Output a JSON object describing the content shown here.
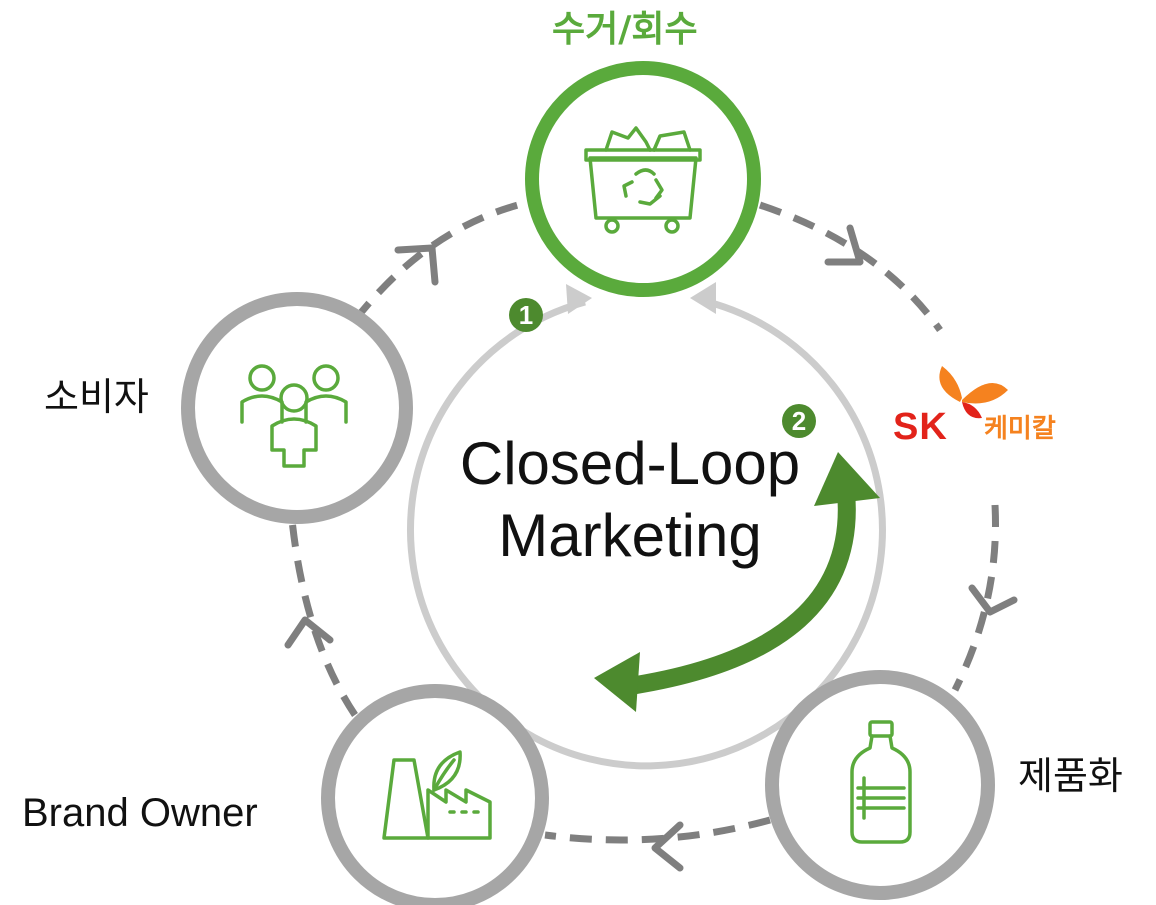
{
  "nodes": {
    "collect": {
      "label": "수거/회수",
      "icon": "recycling-bin-icon"
    },
    "consumer": {
      "label": "소비자",
      "icon": "people-group-icon"
    },
    "product": {
      "label": "제품화",
      "icon": "plastic-bottle-icon"
    },
    "brand_owner": {
      "label": "Brand Owner",
      "icon": "factory-leaf-icon"
    },
    "sk_chemical": {
      "logo_text": "SK",
      "logo_subtext": "케미칼",
      "icon": "sk-butterfly-logo"
    }
  },
  "center": {
    "line1": "Closed-Loop",
    "line2": "Marketing"
  },
  "badges": {
    "first": "1",
    "second": "2"
  },
  "colors": {
    "accent_green": "#5aaa3c",
    "dark_green": "#4d8a2e",
    "gray_ring": "#a6a6a6",
    "light_gray_loop": "#cccccc",
    "dashed_arrow": "#7f7f7f",
    "sk_red": "#e2231a",
    "sk_orange": "#f5821f"
  }
}
